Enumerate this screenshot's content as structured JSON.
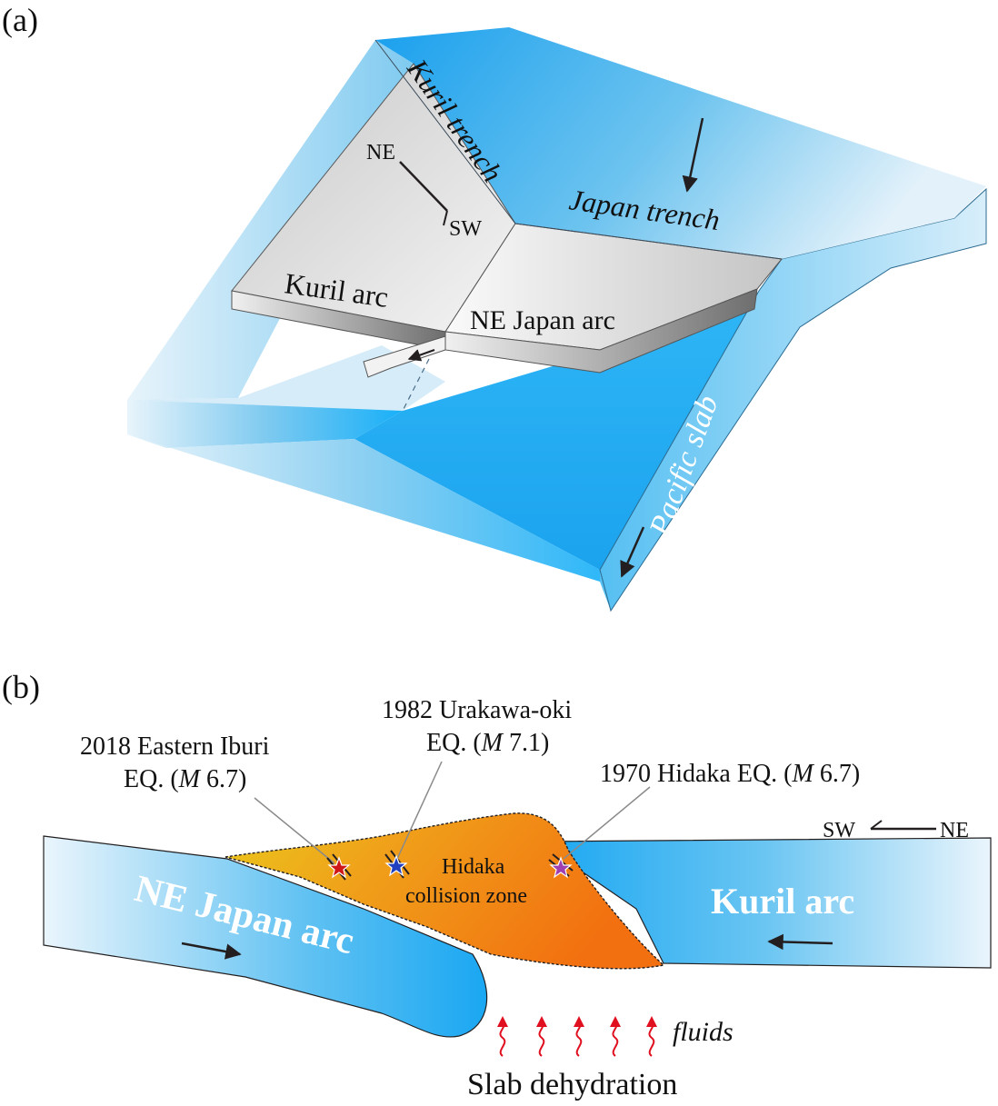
{
  "panel_a": {
    "label": "(a)",
    "kuril_trench": "Kuril trench",
    "japan_trench": "Japan trench",
    "compass_ne": "NE",
    "compass_sw": "SW",
    "kuril_arc": "Kuril arc",
    "ne_japan_arc": "NE Japan arc",
    "pacific_slab": "Pacific slab"
  },
  "panel_b": {
    "label": "(b)",
    "eq_iburi_line1": "2018 Eastern Iburi",
    "eq_iburi_line2_pre": "EQ. (",
    "eq_iburi_m": "M",
    "eq_iburi_line2_post": " 6.7)",
    "eq_urakawa_line1": "1982 Urakawa-oki",
    "eq_urakawa_line2_pre": "EQ. (",
    "eq_urakawa_m": "M",
    "eq_urakawa_line2_post": " 7.1)",
    "eq_hidaka_pre": "1970 Hidaka EQ. (",
    "eq_hidaka_m": "M",
    "eq_hidaka_post": " 6.7)",
    "compass_sw": "SW",
    "compass_ne": "NE",
    "hidaka_line1": "Hidaka",
    "hidaka_line2": "collision zone",
    "ne_japan_arc": "NE Japan arc",
    "kuril_arc": "Kuril arc",
    "fluids": "fluids",
    "slab_dehydration": "Slab dehydration"
  },
  "colors": {
    "ocean_light": "#e6f3fb",
    "ocean_mid": "#7fcdf2",
    "ocean_deep": "#1aa7f2",
    "plate_top": "#d9d9d9",
    "plate_side": "#8a8a8a",
    "collision_yellow": "#e8c21a",
    "collision_orange": "#f07a10",
    "fluid_red": "#e01020",
    "star_red": "#d01818",
    "star_blue": "#2040c0",
    "star_purple": "#a040b0"
  }
}
